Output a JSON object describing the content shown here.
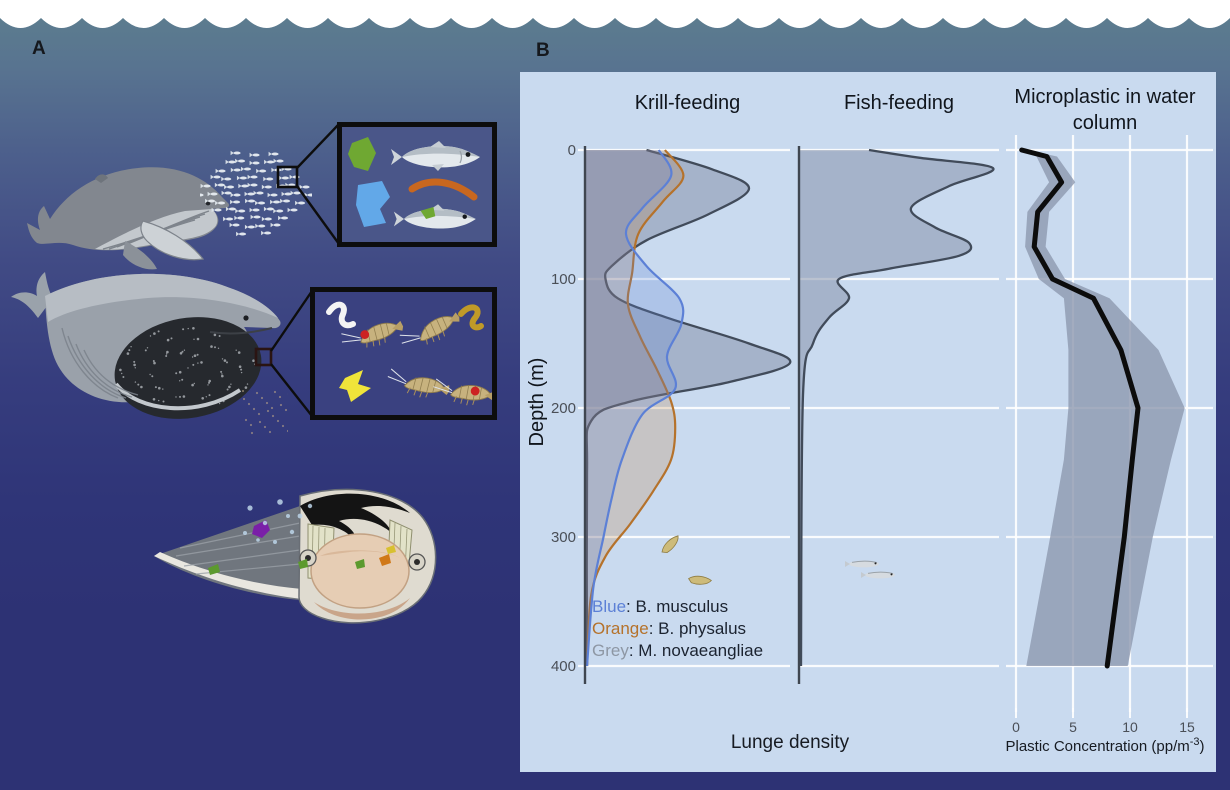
{
  "panel_a": {
    "label": "A"
  },
  "panel_b": {
    "label": "B",
    "titles": {
      "krill": "Krill-feeding",
      "fish": "Fish-feeding",
      "micro": "Microplastic in water column"
    },
    "y_axis": {
      "label": "Depth (m)",
      "ticks": [
        0,
        100,
        200,
        300,
        400
      ]
    },
    "x_axis_left": {
      "label": "Lunge density"
    },
    "x_axis_right": {
      "label_prefix": "Plastic Concentration (pp/m",
      "label_sup": "-3",
      "label_suffix": ")",
      "ticks": [
        0,
        5,
        10,
        15
      ]
    },
    "legend": [
      {
        "color_word": "Blue",
        "species": "B. musculus"
      },
      {
        "color_word": "Orange",
        "species": "B. physalus"
      },
      {
        "color_word": "Grey",
        "species": "M. novaeangliae"
      }
    ]
  },
  "colors": {
    "blue": "#5c80d6",
    "orange": "#b5722b",
    "grey_stroke": "#414b5a",
    "grey_fill": "#8694ac",
    "band": "#8d99af",
    "black_line": "#0c0c0c",
    "panel_bg": "#c9daef",
    "ocean_top": "#5d7f8e",
    "ocean_bottom": "#2d3274",
    "legend_grey_word": "#8e97a4"
  },
  "chart_data": [
    {
      "type": "area",
      "title": "Krill-feeding",
      "xlabel": "Lunge density",
      "ylabel": "Depth (m)",
      "ylim": [
        0,
        400
      ],
      "x_units": "relative lunge density (unlabeled axis, 0-1 of panel width)",
      "series": [
        {
          "name": "M. novaeangliae",
          "legend_color": "Grey",
          "depths": [
            0,
            15,
            30,
            50,
            70,
            90,
            100,
            115,
            130,
            150,
            165,
            180,
            195,
            210,
            250,
            400
          ],
          "values": [
            0.3,
            0.62,
            0.8,
            0.6,
            0.3,
            0.13,
            0.1,
            0.16,
            0.4,
            0.8,
            1.0,
            0.7,
            0.22,
            0.03,
            0.01,
            0.01
          ]
        },
        {
          "name": "B. physalus",
          "legend_color": "Orange",
          "depths": [
            0,
            20,
            40,
            65,
            95,
            120,
            145,
            170,
            195,
            215,
            240,
            265,
            290,
            315,
            345,
            400
          ],
          "values": [
            0.39,
            0.48,
            0.38,
            0.26,
            0.23,
            0.21,
            0.27,
            0.35,
            0.42,
            0.44,
            0.42,
            0.33,
            0.22,
            0.1,
            0.03,
            0.01
          ]
        },
        {
          "name": "B. musculus",
          "legend_color": "Blue",
          "depths": [
            0,
            20,
            45,
            65,
            90,
            115,
            135,
            160,
            185,
            205,
            240,
            270,
            300,
            340,
            400
          ],
          "values": [
            0.36,
            0.42,
            0.28,
            0.2,
            0.3,
            0.46,
            0.47,
            0.4,
            0.44,
            0.28,
            0.18,
            0.13,
            0.09,
            0.04,
            0.01
          ]
        }
      ]
    },
    {
      "type": "area",
      "title": "Fish-feeding",
      "xlabel": "Lunge density",
      "ylabel": "Depth (m)",
      "ylim": [
        0,
        400
      ],
      "series": [
        {
          "name": "M. novaeangliae",
          "legend_color": "Grey",
          "depths": [
            0,
            6,
            14,
            28,
            45,
            60,
            72,
            82,
            92,
            100,
            115,
            130,
            150,
            190,
            400
          ],
          "values": [
            0.35,
            0.6,
            0.97,
            0.75,
            0.56,
            0.68,
            0.85,
            0.8,
            0.45,
            0.2,
            0.25,
            0.15,
            0.07,
            0.02,
            0.01
          ]
        }
      ]
    },
    {
      "type": "line",
      "title": "Microplastic in water column",
      "xlabel": "Plastic Concentration (pp/m^-3)",
      "ylabel": "Depth (m)",
      "xlim": [
        0,
        15
      ],
      "x_ticks": [
        0,
        5,
        10,
        15
      ],
      "ylim": [
        0,
        400
      ],
      "line": {
        "depths": [
          0,
          5,
          25,
          48,
          75,
          100,
          115,
          155,
          200,
          240,
          300,
          400
        ],
        "values": [
          0.5,
          2.7,
          4.0,
          1.9,
          1.6,
          3.2,
          6.8,
          9.2,
          10.7,
          10.2,
          9.5,
          8.0
        ]
      },
      "uncertainty_band": {
        "depths": [
          0,
          5,
          25,
          48,
          75,
          100,
          115,
          155,
          200,
          240,
          300,
          400
        ],
        "lower": [
          0.2,
          1.8,
          2.9,
          1.0,
          0.8,
          2.0,
          4.2,
          4.6,
          4.6,
          4.2,
          3.0,
          0.9
        ],
        "upper": [
          1.0,
          3.6,
          5.2,
          2.9,
          2.6,
          4.3,
          8.2,
          12.5,
          14.8,
          13.6,
          12.0,
          9.8
        ]
      }
    }
  ]
}
